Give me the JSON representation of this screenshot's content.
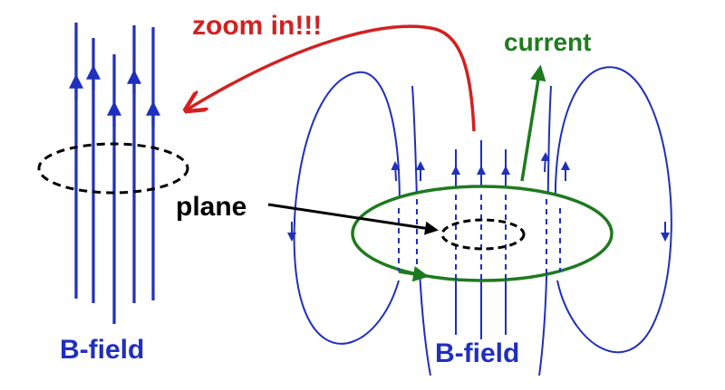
{
  "labels": {
    "zoom": "zoom in!!!",
    "current": "current",
    "plane": "plane",
    "bfield_left": "B-field",
    "bfield_right": "B-field"
  },
  "colors": {
    "field": "#1f2fbf",
    "zoom": "#d42020",
    "current": "#1f7a1f",
    "plane": "#000000"
  }
}
